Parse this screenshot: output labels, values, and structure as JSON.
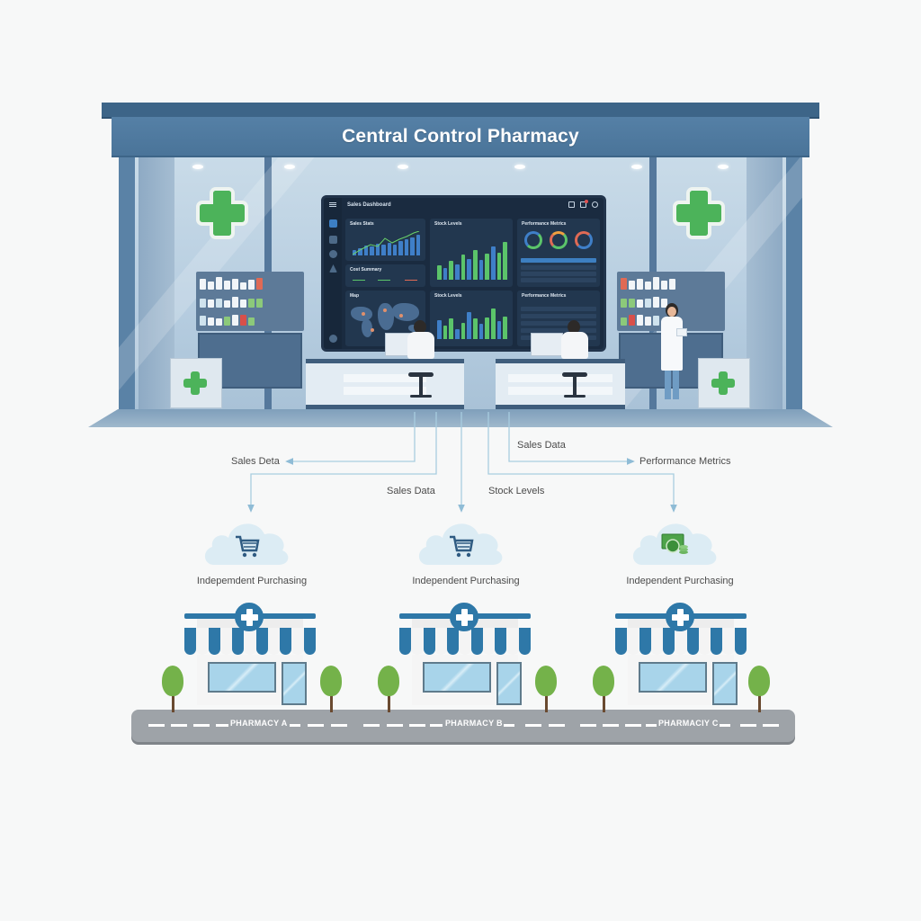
{
  "central": {
    "sign_title": "Central Control Pharmacy",
    "dashboard": {
      "title": "Sales Dashboard",
      "nav_icons": [
        "chart-icon",
        "grid-icon",
        "pie-icon",
        "warning-icon",
        "settings-icon"
      ],
      "header_icons": [
        "layout-icon",
        "notification-icon",
        "profile-icon"
      ],
      "panels": [
        {
          "title": "Sales Stats",
          "type": "bar+line"
        },
        {
          "title": "Stock Levels",
          "type": "bar"
        },
        {
          "title": "Performance Metrics",
          "type": "donut+table"
        },
        {
          "title": "Cost Summary",
          "type": "kpi"
        },
        {
          "title": "Map",
          "type": "map"
        },
        {
          "title": "Stock Levels",
          "type": "bar"
        },
        {
          "title": "Performance Metrics",
          "type": "table"
        }
      ]
    },
    "colors": {
      "building_blue": "#4a7499",
      "roof_blue": "#3d6588",
      "cross_green": "#4cb35a",
      "screen_bg": "#1a2b40"
    }
  },
  "flows": [
    {
      "label": "Sales Deta",
      "direction": "to-left"
    },
    {
      "label": "Sales Data",
      "direction": "down-to-pharmacy-b"
    },
    {
      "label": "Sales Data",
      "direction": "to-right"
    },
    {
      "label": "Performance Metrics",
      "direction": "to-right"
    },
    {
      "label": "Stock Levels",
      "direction": "down-to-pharmacy-c"
    }
  ],
  "purchasing": [
    {
      "label": "Indepemdent Purchasing",
      "icon": "shopping-cart-icon"
    },
    {
      "label": "Independent Purchasing",
      "icon": "shopping-cart-icon"
    },
    {
      "label": "Independent Purchasing",
      "icon": "money-icon"
    }
  ],
  "pharmacies": [
    {
      "label": "PHARMACY A"
    },
    {
      "label": "PHARMACY B"
    },
    {
      "label": "PHARMACIY C"
    }
  ]
}
